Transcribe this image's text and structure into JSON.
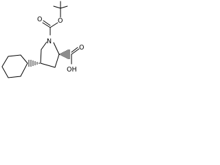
{
  "molecule": {
    "labels": {
      "carbonyl_oxygen": "O",
      "ester_oxygen": "O",
      "nitrogen": "N",
      "acid_carbonyl_oxygen": "O",
      "hydroxyl": "OH"
    },
    "colors": {
      "bond": "#000000",
      "label": "#000000",
      "background": "#ffffff"
    }
  }
}
